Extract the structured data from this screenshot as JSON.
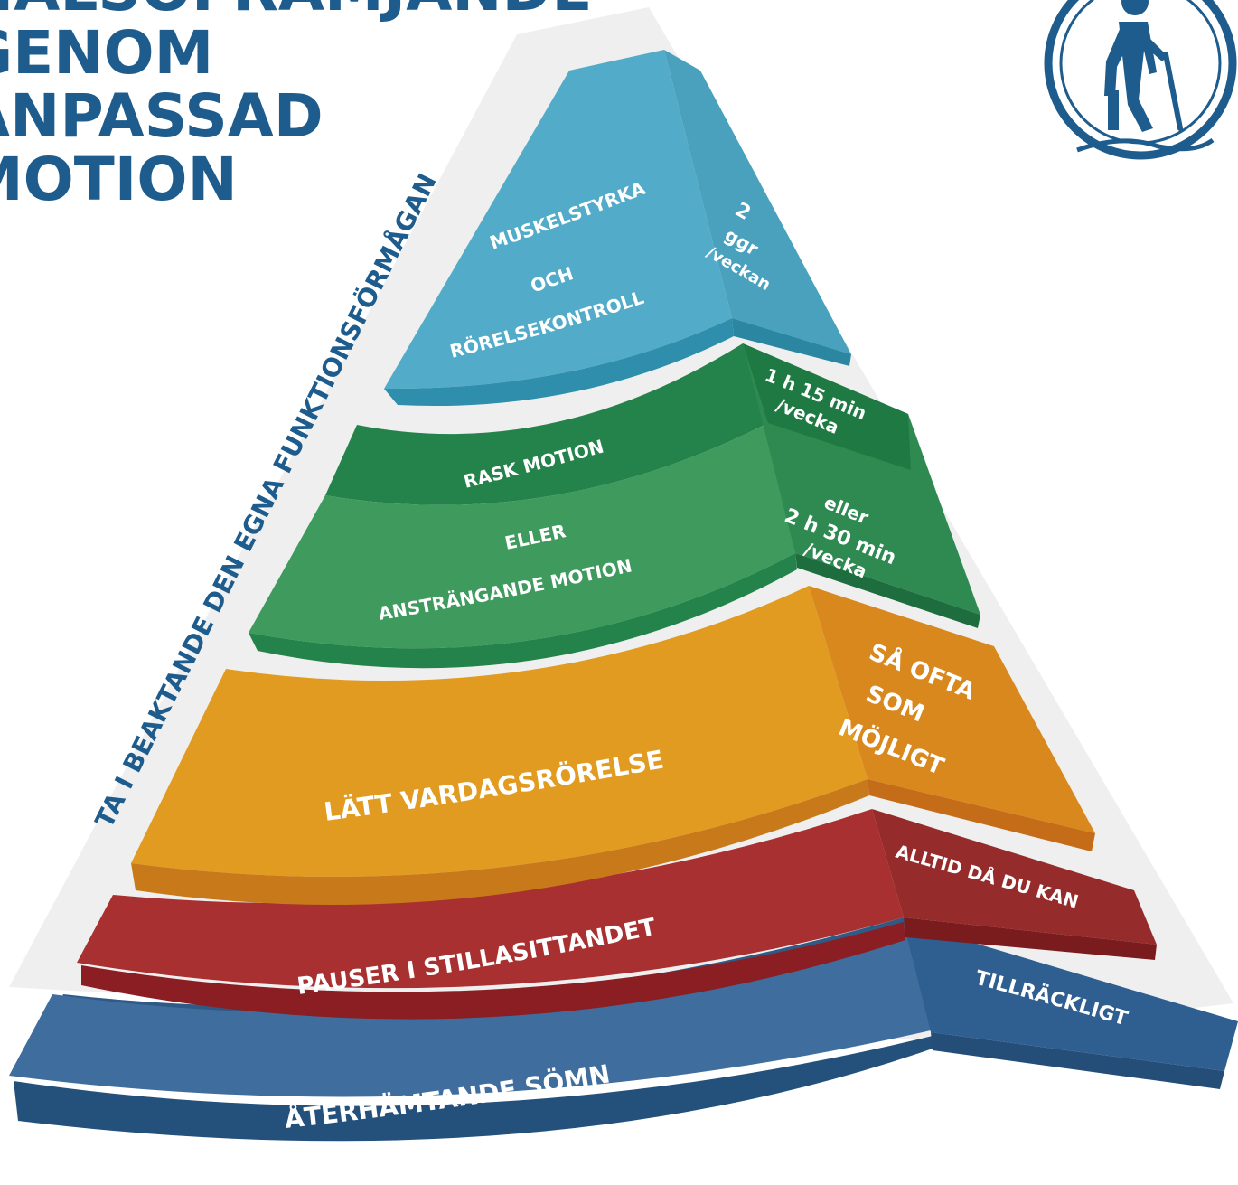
{
  "title": {
    "lines": [
      "HÄLSOFRÄMJANDE",
      "GENOM",
      "ANPASSAD",
      "MOTION"
    ]
  },
  "icon": "nordic-walker-icon",
  "side_label": "TA I BEAKTANDE DEN EGNA FUNKTIONSFÖRMÅGAN",
  "tiers": {
    "muscle": {
      "line1": "MUSKELSTYRKA",
      "line2": "OCH",
      "line3": "RÖRELSEKONTROLL",
      "freq1": "2",
      "freq2": "ggr",
      "freq3": "/veckan"
    },
    "motion": {
      "line1": "RASK MOTION",
      "line2": "ELLER",
      "line3": "ANSTRÄNGANDE MOTION",
      "freq1": "1 h 15 min",
      "freq2": "/vecka",
      "freq3": "eller",
      "freq4": "2 h 30 min",
      "freq5": "/vecka"
    },
    "light": {
      "label": "LÄTT VARDAGSRÖRELSE",
      "freq1": "SÅ OFTA",
      "freq2": "SOM",
      "freq3": "MÖJLIGT"
    },
    "breaks": {
      "label": "PAUSER I STILLASITTANDET",
      "freq": "ALLTID DÅ DU KAN"
    },
    "sleep": {
      "label": "ÅTERHÄMTANDE SÖMN",
      "freq": "TILLRÄCKLIGT"
    }
  },
  "colors": {
    "title": "#1d5c8c",
    "muscle": "#52acc9",
    "motion": "#3f9a5d",
    "motion_dark": "#23834a",
    "light": "#e19b20",
    "breaks": "#a83030",
    "sleep": "#3f6e9e",
    "backdrop": "#efefef"
  }
}
